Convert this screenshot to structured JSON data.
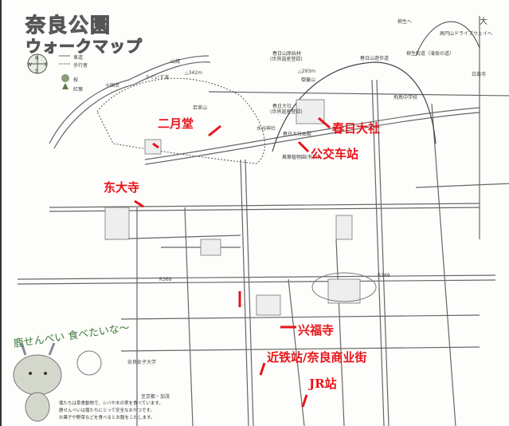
{
  "title": "奈良公園",
  "subtitle": "ウォークマップ",
  "legend": {
    "road": "車道",
    "path": "歩行者",
    "sakura": "桜",
    "momiji": "紅葉",
    "compass": [
      "N",
      "E",
      "S",
      "W"
    ]
  },
  "labels": {
    "jikkokudai": "十国台",
    "uguisu": "うぐいす滝",
    "yamayaki": "山焼",
    "wakakusa_height": "△342m",
    "wakakusa": "若草山",
    "mikasa_height": "△293m",
    "mikasa": "御蓋山",
    "genshirin": "春日山原始林",
    "genshirin_note": "(世界遺産登録)",
    "kasuga": "春日大社",
    "kasuga_note": "(世界遺産登録)",
    "kasuga_honden": "春日大社本殿",
    "mizuya": "水谷神社",
    "manyo": "萬葉植物園(有料)",
    "yagyu": "柳生へ",
    "takamado": "高円山ドライブウェイへ",
    "kasugayama_path": "春日山遊歩道",
    "yagyu_kaido": "柳生街道（滝坂の道）",
    "byakugoji": "白毫寺",
    "asuka_jhs": "飛鳥中学校",
    "joshidai": "奈良女子大学",
    "kyoto": "至京都・加茂",
    "r369": "R369",
    "r169": "R169",
    "dai": "大"
  },
  "annotations": {
    "nigatsudo": "二月堂",
    "todaiji": "东大寺",
    "kasuga_taisha": "春日大社",
    "bus_stop": "公交车站",
    "kofukuji": "兴福寺",
    "kintetsu": "近铁站/奈良商业街",
    "jr": "JR站"
  },
  "deer": {
    "speech": "鹿せんべい 食べたいな〜",
    "notes": [
      "僕たちは草食動物で、シバや木の実を食べています。",
      "鹿せんべいは僕たちにとって安全なおやつです。",
      "お菓子や野菜などを食べるとお腹をこわします。"
    ]
  },
  "colors": {
    "annotation": "#e8141a",
    "road": "#666666",
    "green": "#3e7d3e"
  }
}
